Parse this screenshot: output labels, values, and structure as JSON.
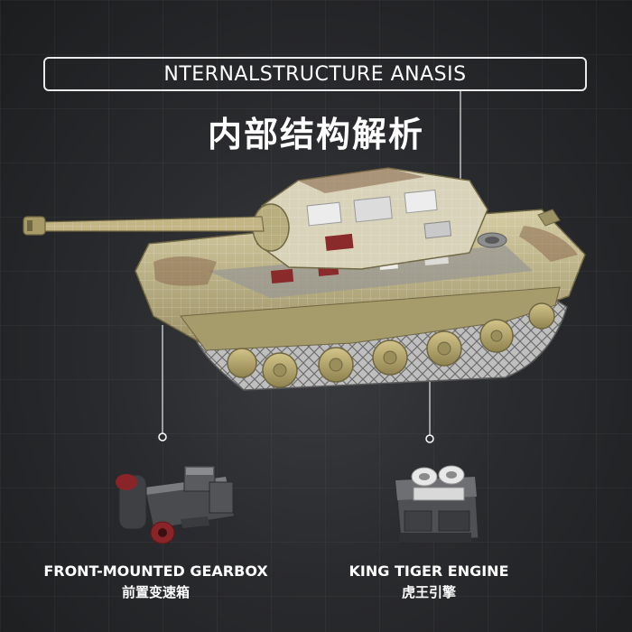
{
  "header": {
    "title": "NTERNALSTRUCTURE ANASIS",
    "subtitle": "内部结构解析"
  },
  "callouts": [
    {
      "label_en": "FRONT-MOUNTED GEARBOX",
      "label_cn": "前置变速箱"
    },
    {
      "label_en": "KING TIGER ENGINE",
      "label_cn": "虎王引擎"
    }
  ],
  "colors": {
    "background": "#2a2b2e",
    "tank_body": "#b8ad7c",
    "camo_brown": "#8b6a4f",
    "track": "#cfcfcf",
    "part_dark": "#4a4b4e"
  }
}
